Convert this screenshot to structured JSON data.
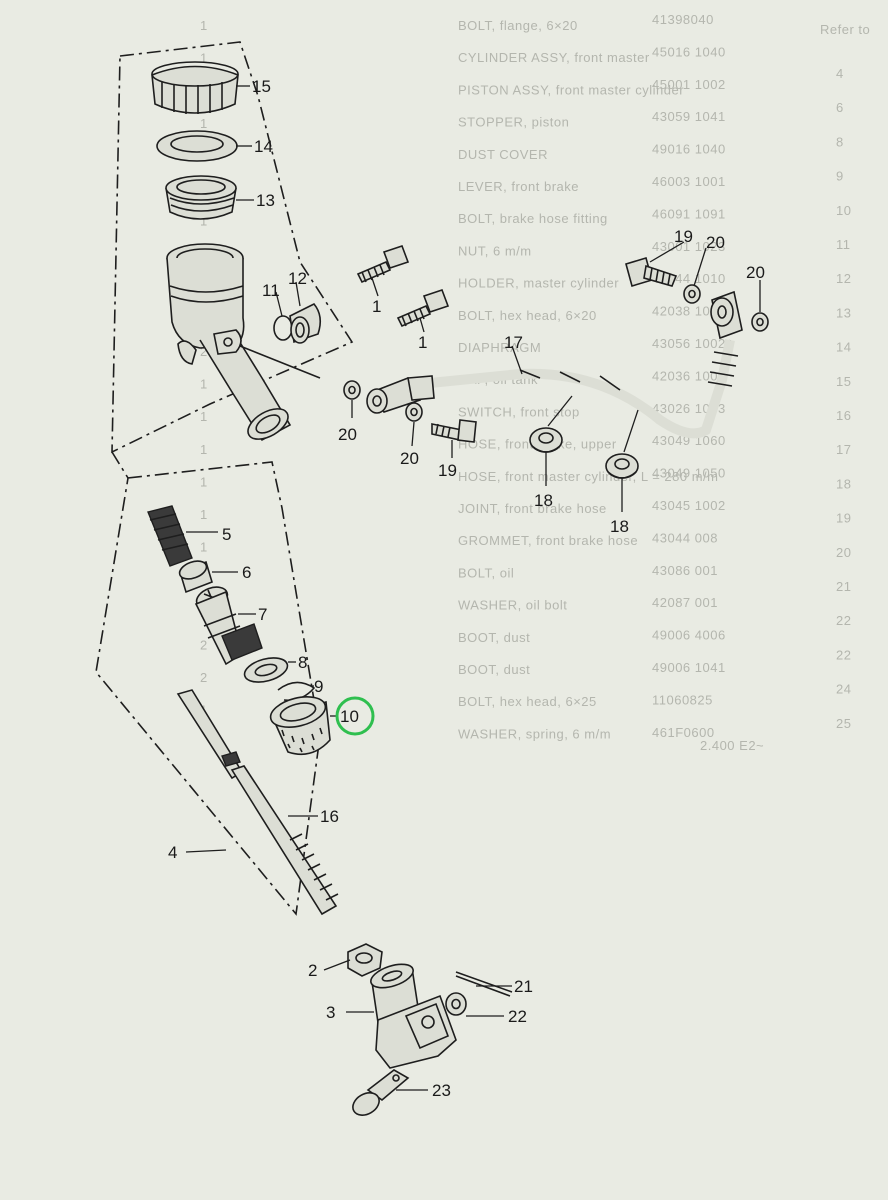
{
  "diagram": {
    "highlight_color": "#2fbf4f",
    "ink_color": "#1e1e1e",
    "paper_color": "#e9ebe3",
    "highlighted_callout": "10",
    "callouts": [
      "15",
      "14",
      "13",
      "12",
      "11",
      "1",
      "1",
      "17",
      "19",
      "20",
      "20",
      "20",
      "20",
      "19",
      "18",
      "18",
      "5",
      "6",
      "7",
      "8",
      "9",
      "10",
      "16",
      "4",
      "2",
      "21",
      "3",
      "22",
      "23"
    ],
    "faded_parts_list": [
      "BOLT, flange, 6×20",
      "CYLINDER ASSY, front master",
      "PISTON ASSY, front master cylinder",
      "STOPPER, piston",
      "DUST COVER",
      "LEVER, front brake",
      "BOLT, brake hose fitting",
      "NUT, 6 m/m",
      "HOLDER, master cylinder",
      "BOLT, hex head, 6×20",
      "DIAPHRAGM",
      "CAP, oil tank",
      "SWITCH, front stop",
      "HOSE, front brake, upper",
      "HOSE, front master cylinder, L = 280 m/m",
      "JOINT, front brake hose",
      "GROMMET, front brake hose",
      "BOLT, oil",
      "WASHER, oil bolt",
      "BOOT, dust",
      "BOOT, dust",
      "BOLT, hex head, 6×25",
      "WASHER, spring, 6 m/m"
    ],
    "faded_part_numbers": [
      "41398040",
      "45016 1040",
      "45001 1002",
      "43059 1041",
      "49016 1040",
      "46003 1001",
      "46091 1091",
      "43001 1023",
      "43044 1010",
      "42038 1060",
      "43056 1002",
      "42036 1001",
      "43026 1003",
      "43049 1060",
      "43049 1050",
      "43045 1002",
      "43044 008",
      "43086 001",
      "42087 001",
      "49006 4006",
      "49006 1041",
      "11060825",
      "461F0600"
    ],
    "faded_index_numbers": [
      "4",
      "6",
      "8",
      "9",
      "10",
      "11",
      "12",
      "13",
      "14",
      "15",
      "16",
      "17",
      "18",
      "19",
      "20",
      "21",
      "22",
      "22",
      "24",
      "25"
    ],
    "faded_quantities": [
      "1",
      "1",
      "1",
      "1",
      "1",
      "2",
      "1",
      "1",
      "1",
      "1",
      "2",
      "1",
      "1",
      "1",
      "1",
      "1",
      "1",
      "1",
      "1",
      "2",
      "2",
      "1"
    ],
    "faded_side_notes": [
      "Refer to",
      "2.400 E2~"
    ]
  }
}
